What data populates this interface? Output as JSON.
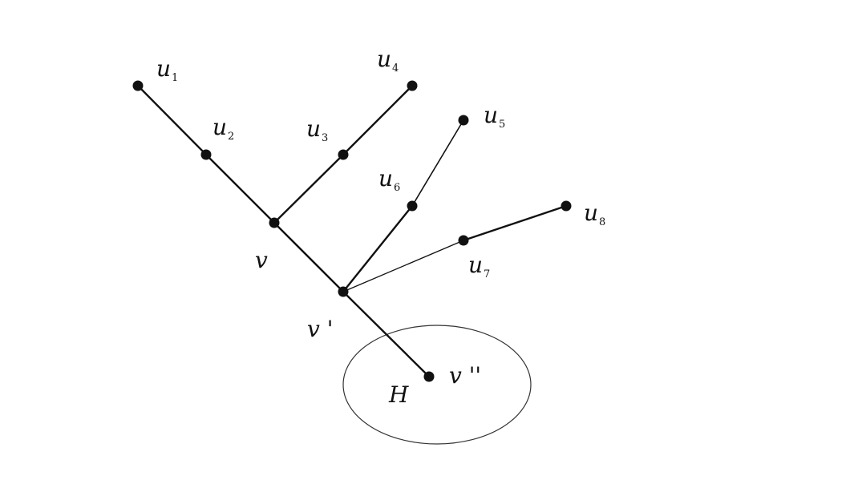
{
  "diagram": {
    "region_label": "H",
    "nodes": [
      {
        "id": "u1",
        "base": "u",
        "sub": "1"
      },
      {
        "id": "u2",
        "base": "u",
        "sub": "2"
      },
      {
        "id": "u3",
        "base": "u",
        "sub": "3"
      },
      {
        "id": "u4",
        "base": "u",
        "sub": "4"
      },
      {
        "id": "u5",
        "base": "u",
        "sub": "5"
      },
      {
        "id": "u6",
        "base": "u",
        "sub": "6"
      },
      {
        "id": "u7",
        "base": "u",
        "sub": "7"
      },
      {
        "id": "u8",
        "base": "u",
        "sub": "8"
      },
      {
        "id": "v",
        "base": "v",
        "sub": ""
      },
      {
        "id": "vp",
        "base": "v '",
        "sub": ""
      },
      {
        "id": "vpp",
        "base": "v ''",
        "sub": ""
      }
    ],
    "edges": [
      [
        "u1",
        "u2"
      ],
      [
        "u2",
        "v"
      ],
      [
        "v",
        "u3"
      ],
      [
        "u3",
        "u4"
      ],
      [
        "v",
        "vp"
      ],
      [
        "vp",
        "u6"
      ],
      [
        "u6",
        "u5"
      ],
      [
        "vp",
        "u7"
      ],
      [
        "u7",
        "u8"
      ],
      [
        "vp",
        "vpp"
      ]
    ]
  }
}
